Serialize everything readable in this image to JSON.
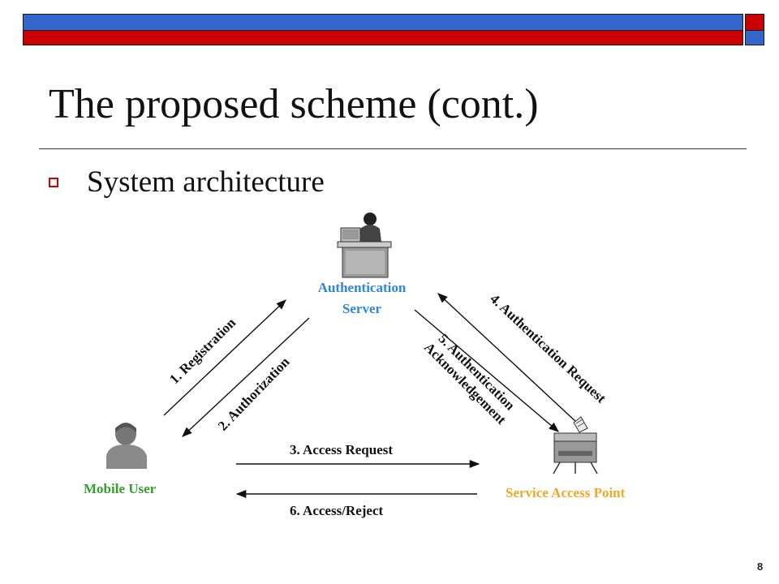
{
  "slide": {
    "title": "The proposed scheme (cont.)",
    "bullet": "System architecture",
    "page_number": "8"
  },
  "colors": {
    "bar_blue": "#3366cc",
    "bar_red": "#cc0000",
    "mobile_user": "#33a02c",
    "auth_server": "#2e86de",
    "service_access_point": "#f5a623"
  },
  "nodes": {
    "auth_server": {
      "line1": "Authentication",
      "line2": "Server",
      "icon": "server-operator-icon"
    },
    "mobile_user": {
      "label": "Mobile User",
      "icon": "user-icon"
    },
    "service_access_point": {
      "label": "Service Access Point",
      "icon": "access-point-device-icon"
    }
  },
  "flows": {
    "registration": "1. Registration",
    "authorization": "2. Authorization",
    "access_request": "3. Access Request",
    "auth_request": "4. Authentication Request",
    "auth_ack_line1": "5. Authentication",
    "auth_ack_line2": "Acknowledgement",
    "access_reject": "6. Access/Reject"
  }
}
